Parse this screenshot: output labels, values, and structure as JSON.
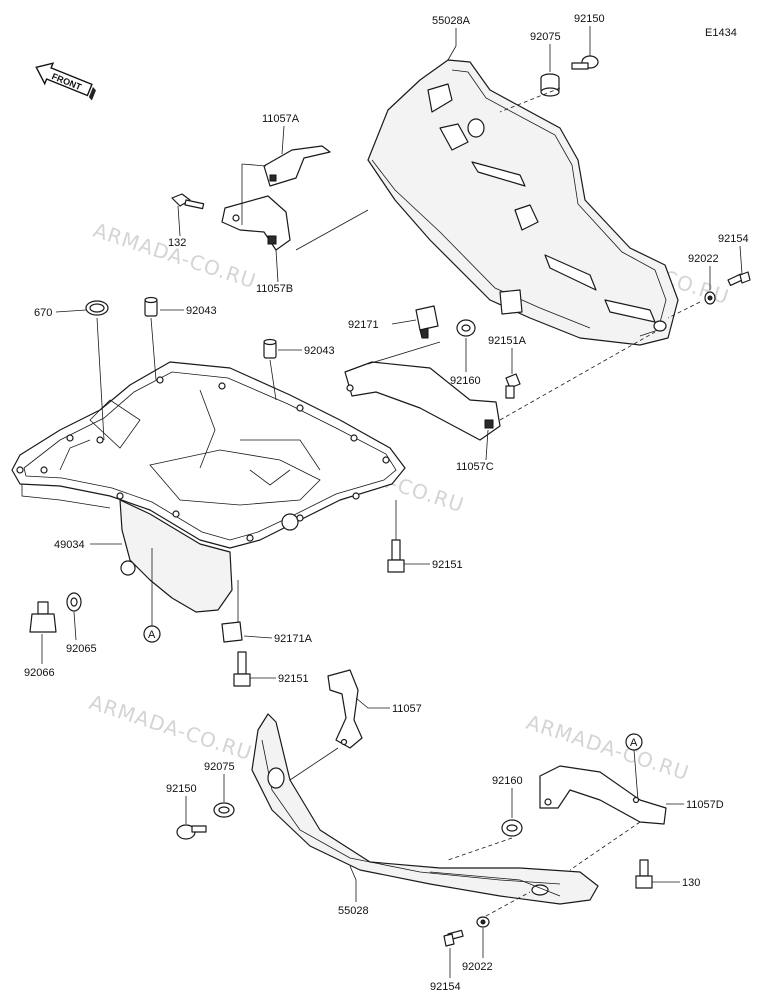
{
  "diagram": {
    "code": "E1434",
    "front_label": "FRONT",
    "watermark": "ARMADA-CO.RU",
    "ref_mark": "A",
    "labels": {
      "p55028A": "55028A",
      "p92075_top": "92075",
      "p92150_top": "92150",
      "p11057A": "11057A",
      "p132": "132",
      "p11057B": "11057B",
      "p92154_top": "92154",
      "p92022_top": "92022",
      "p670": "670",
      "p92043_a": "92043",
      "p92043_b": "92043",
      "p92171": "92171",
      "p92151A": "92151A",
      "p92160_top": "92160",
      "p11057C": "11057C",
      "p49034": "49034",
      "p92151_mid": "92151",
      "p92065": "92065",
      "p92066": "92066",
      "p92171A": "92171A",
      "p92151_low": "92151",
      "p11057": "11057",
      "p92075_low": "92075",
      "p92150_low": "92150",
      "p92160_low": "92160",
      "p11057D": "11057D",
      "p130": "130",
      "p55028": "55028",
      "p92022_low": "92022",
      "p92154_low": "92154"
    }
  }
}
